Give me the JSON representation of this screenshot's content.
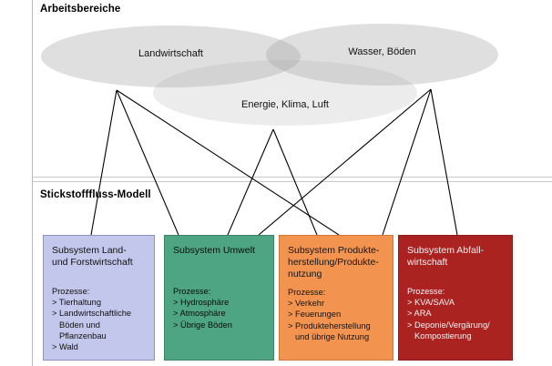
{
  "diagram": {
    "sections": {
      "top_title": "Arbeitsbereiche",
      "bottom_title": "Stickstofffluss-Modell"
    },
    "ellipses": [
      {
        "id": "landwirtschaft",
        "label": "Landwirtschaft",
        "fill": "#a0a0a0"
      },
      {
        "id": "wasser-boeden",
        "label": "Wasser, Böden",
        "fill": "#a0a0a0"
      },
      {
        "id": "energie-klima-luft",
        "label": "Energie, Klima, Luft",
        "fill": "#aaaaaa"
      }
    ],
    "boxes": [
      {
        "id": "land-forst",
        "title": "Subsystem Land- und Forstwirtschaft",
        "title_line1": "Subsystem Land-",
        "title_line2": "und Forstwirtschaft",
        "processes_header": "Prozesse:",
        "processes": [
          "> Tierhaltung",
          "> Landwirtschaftliche",
          "Böden und Pflanzenbau",
          "> Wald"
        ],
        "color": "#c3c7ec"
      },
      {
        "id": "umwelt",
        "title": "Subsystem Umwelt",
        "title_line1": "Subsystem Umwelt",
        "title_line2": "",
        "processes_header": "Prozesse:",
        "processes": [
          "> Hydrosphäre",
          "> Atmosphäre",
          "> Übrige Böden"
        ],
        "color": "#4da584"
      },
      {
        "id": "produkte",
        "title": "Subsystem Produkteherstellung/Produktenutzung",
        "title_line1": "Subsystem Produkte-",
        "title_line2": "herstellung/Produkte-",
        "title_line3": "nutzung",
        "processes_header": "Prozesse:",
        "processes": [
          "> Verkehr",
          "> Feuerungen",
          "> Produkteherstellung",
          "und übrige Nutzung"
        ],
        "color": "#f29450"
      },
      {
        "id": "abfall",
        "title": "Subsystem Abfallwirtschaft",
        "title_line1": "Subsystem Abfall-",
        "title_line2": "wirtschaft",
        "processes_header": "Prozesse:",
        "processes": [
          "> KVA/SAVA",
          "> ARA",
          "> Deponie/Vergärung/",
          "Kompostierung"
        ],
        "color": "#ab2321"
      }
    ],
    "connector_color": "#000000"
  }
}
